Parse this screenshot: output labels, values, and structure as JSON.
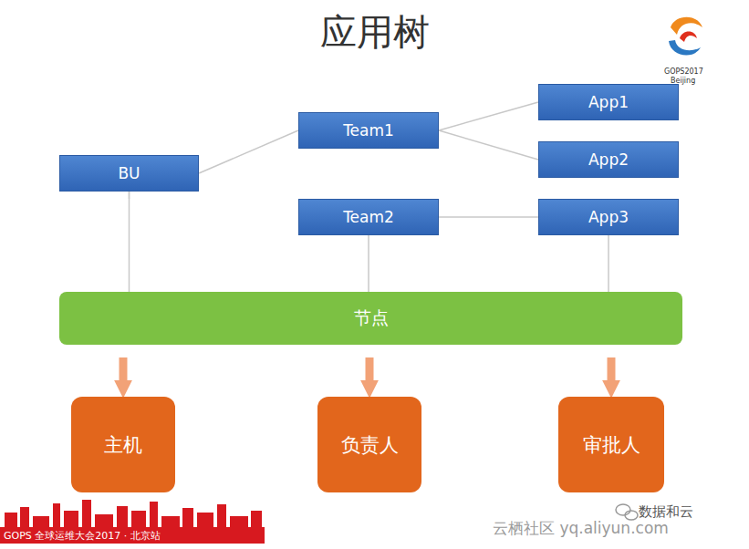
{
  "diagram": {
    "title": "应用树",
    "nodes": [
      {
        "text": [
          "BU"
        ]
      },
      {
        "text": [
          "Team1"
        ]
      },
      {
        "text": [
          "Team2"
        ]
      },
      {
        "text": [
          "App1"
        ]
      },
      {
        "text": [
          "App2"
        ]
      },
      {
        "text": [
          "App3"
        ]
      },
      {
        "text": [
          "节点"
        ]
      },
      {
        "text": [
          "主机"
        ]
      },
      {
        "text": [
          "负责人"
        ]
      },
      {
        "text": [
          "审批人"
        ]
      }
    ],
    "edges": [
      {
        "from": 0,
        "to": 1,
        "arrow": "none"
      },
      {
        "from": 0,
        "to": 2,
        "arrow": "none"
      },
      {
        "from": 1,
        "to": 3,
        "arrow": "none"
      },
      {
        "from": 1,
        "to": 4,
        "arrow": "none"
      },
      {
        "from": 2,
        "to": 5,
        "arrow": "none"
      },
      {
        "from": 0,
        "to": 6,
        "arrow": "none"
      },
      {
        "from": 2,
        "to": 6,
        "arrow": "none"
      },
      {
        "from": 5,
        "to": 6,
        "arrow": "none"
      },
      {
        "from": 6,
        "to": 7,
        "arrow": "to"
      },
      {
        "from": 6,
        "to": 8,
        "arrow": "to"
      },
      {
        "from": 6,
        "to": 9,
        "arrow": "to"
      }
    ],
    "labels": [
      "GOPS2017",
      "Beijing",
      "GOPS 全球运维大会2017 · 北京站",
      "数据和云",
      "云栖社区 yq.aliyun.com"
    ]
  }
}
